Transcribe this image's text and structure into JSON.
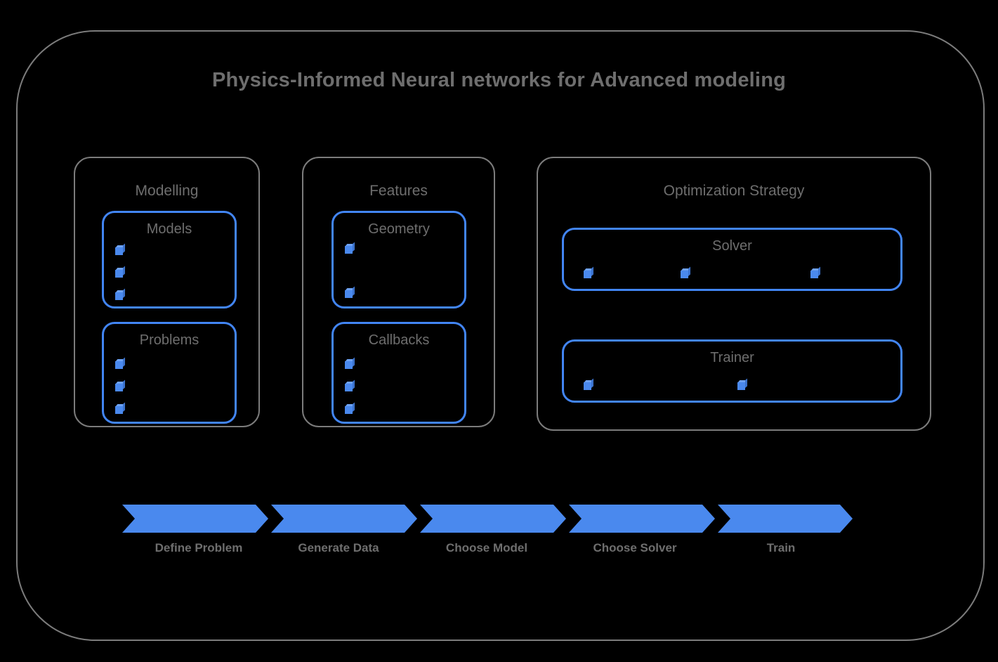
{
  "diagram": {
    "title": "Physics-Informed Neural networks for Advanced modeling",
    "frame_border_color": "#7c7c7c",
    "accent_color": "#4285f4",
    "text_color": "#6e6e6e",
    "background_color": "#000000"
  },
  "groups": [
    {
      "id": "modelling",
      "label": "Modelling",
      "boxes": [
        {
          "id": "models",
          "label": "Models",
          "item_count": 3,
          "item_layout": "vertical"
        },
        {
          "id": "problems",
          "label": "Problems",
          "item_count": 3,
          "item_layout": "vertical"
        }
      ]
    },
    {
      "id": "features",
      "label": "Features",
      "boxes": [
        {
          "id": "geometry",
          "label": "Geometry",
          "item_count": 2,
          "item_layout": "vertical-spread"
        },
        {
          "id": "callbacks",
          "label": "Callbacks",
          "item_count": 3,
          "item_layout": "vertical"
        }
      ]
    },
    {
      "id": "optimization",
      "label": "Optimization Strategy",
      "boxes": [
        {
          "id": "solver",
          "label": "Solver",
          "item_count": 3,
          "item_layout": "horizontal"
        },
        {
          "id": "trainer",
          "label": "Trainer",
          "item_count": 2,
          "item_layout": "horizontal"
        }
      ]
    }
  ],
  "pipeline": {
    "steps": [
      {
        "label": "Define Problem"
      },
      {
        "label": "Generate Data"
      },
      {
        "label": "Choose Model"
      },
      {
        "label": "Choose Solver"
      },
      {
        "label": "Train"
      }
    ],
    "arrow_color": "#4a89ee"
  },
  "icons": {
    "cube": "cube-icon"
  }
}
